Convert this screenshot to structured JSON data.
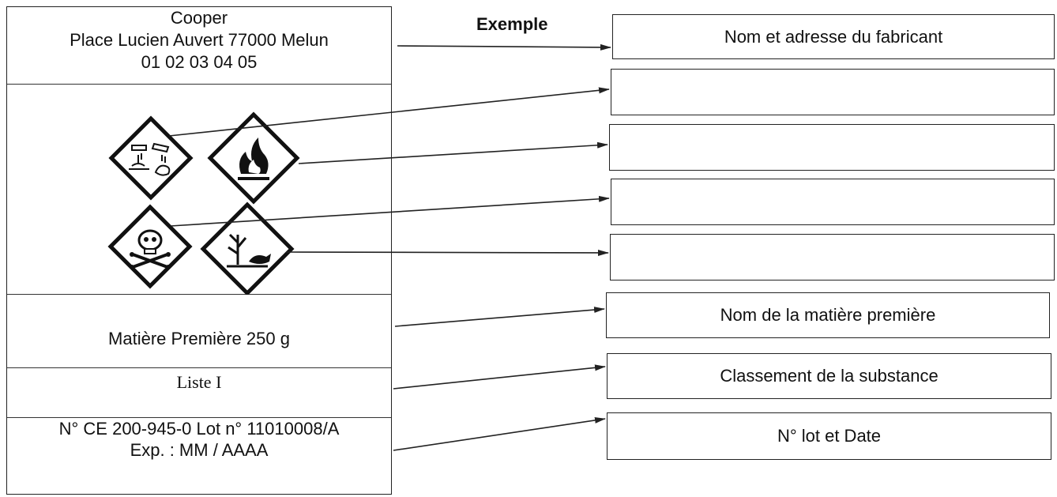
{
  "label": {
    "fabricant": {
      "name": "Cooper",
      "address": "Place Lucien Auvert  77000 Melun",
      "phone": "01 02 03 04 05"
    },
    "pictograms": [
      {
        "icon": "corrosive-icon"
      },
      {
        "icon": "flammable-icon"
      },
      {
        "icon": "toxic-skull-icon"
      },
      {
        "icon": "environment-hazard-icon"
      }
    ],
    "matiere": "Matière Première 250 g",
    "liste": "Liste I",
    "lot_line1": "N° CE 200-945-0 Lot n° 11010008/A",
    "lot_line2": "Exp. : MM / AAAA"
  },
  "exemple_title": "Exemple",
  "boxes": [
    {
      "text": "Nom et adresse du fabricant"
    },
    {
      "text": ""
    },
    {
      "text": ""
    },
    {
      "text": ""
    },
    {
      "text": ""
    },
    {
      "text": "Nom de la matière première"
    },
    {
      "text": "Classement de la substance"
    },
    {
      "text": "N° lot et Date"
    }
  ],
  "colors": {
    "stroke": "#222222",
    "pictogram_border": "#111111",
    "background": "#ffffff"
  }
}
